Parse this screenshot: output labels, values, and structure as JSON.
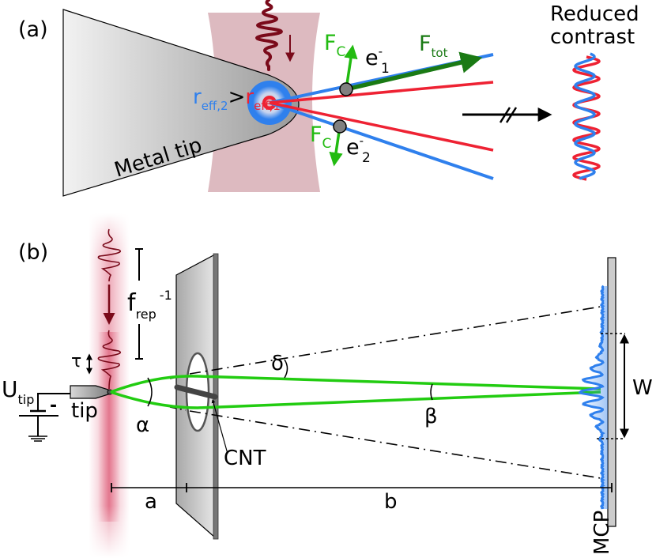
{
  "figure": {
    "panel_a": {
      "label": "(a)",
      "metal_tip_label": "Metal tip",
      "reff_relation": {
        "r2_base": "r",
        "r2_sub": "eff,2",
        "op": ">",
        "r1_base": "r",
        "r1_sub": "eff,1"
      },
      "force_coulomb_1": {
        "base": "F",
        "sub": "C"
      },
      "force_coulomb_2": {
        "base": "F",
        "sub": "C"
      },
      "force_total": {
        "base": "F",
        "sub": "tot"
      },
      "electron_1": {
        "base": "e",
        "sup": "-",
        "sub": "1"
      },
      "electron_2": {
        "base": "e",
        "sup": "-",
        "sub": "2"
      },
      "result_title_line1": "Reduced",
      "result_title_line2": "contrast"
    },
    "panel_b": {
      "label": "(b)",
      "frep": {
        "base": "f",
        "sub": "rep",
        "sup": "-1"
      },
      "tau": "τ",
      "utip": {
        "base": "U",
        "sub": "tip"
      },
      "battery_minus": "-",
      "tip_label": "tip",
      "alpha": "α",
      "delta": "δ",
      "beta": "β",
      "cnt_label": "CNT",
      "distance_a": "a",
      "distance_b": "b",
      "width_label": "W",
      "detector_label": "MCP"
    },
    "colors": {
      "laser": "#c8a0a8",
      "pulse": "#7a0a1a",
      "red_beam": "#ee2233",
      "blue_beam": "#2f80ed",
      "force_light_green": "#22bb11",
      "force_dark_green": "#1a7a14",
      "electron_beam": "#22cc11",
      "tip_gray": "#a0a0a0"
    }
  }
}
